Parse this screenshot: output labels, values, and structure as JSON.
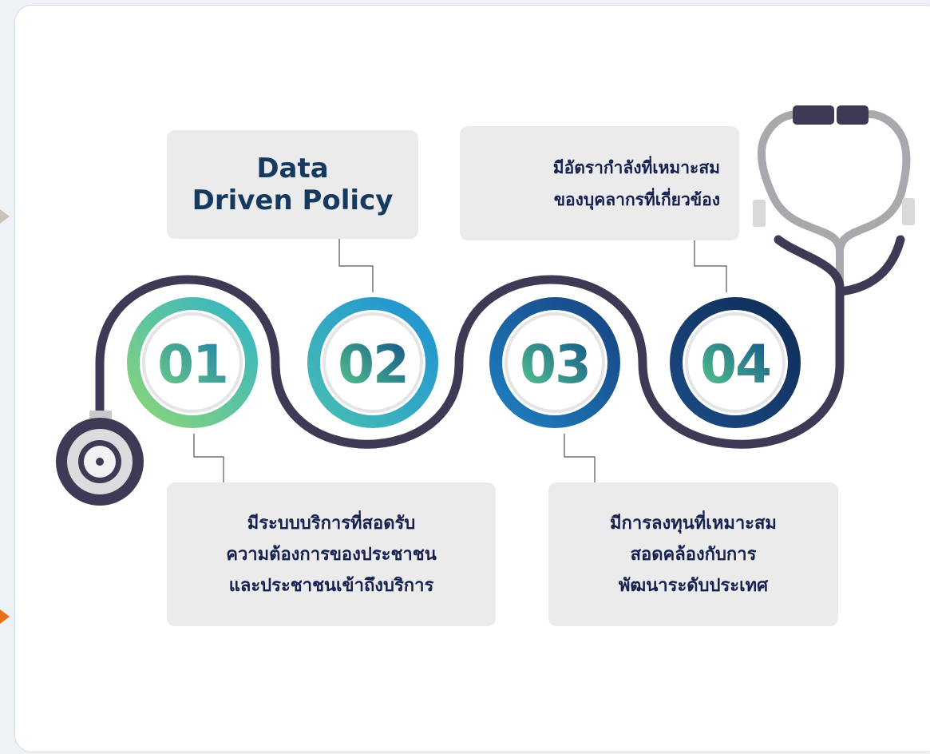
{
  "steps": [
    {
      "number": "01",
      "lines": [
        "มีระบบบริการที่สอดรับ",
        "ความต้องการของประชาชน",
        "และประชาชนเข้าถึงบริการ"
      ]
    },
    {
      "number": "02",
      "lines": [
        "Data",
        "Driven Policy"
      ]
    },
    {
      "number": "03",
      "lines": [
        "มีการลงทุนที่เหมาะสม",
        "สอดคล้องกับการ",
        "พัฒนาระดับประเทศ"
      ]
    },
    {
      "number": "04",
      "lines": [
        "มีอัตรากำลังที่เหมาะสม",
        "ของบุคลากรที่เกี่ยวข้อง"
      ]
    }
  ],
  "colors": {
    "tube": "#3e3a55",
    "text_dark": "#15204f",
    "box_bg": "#ebebec"
  }
}
